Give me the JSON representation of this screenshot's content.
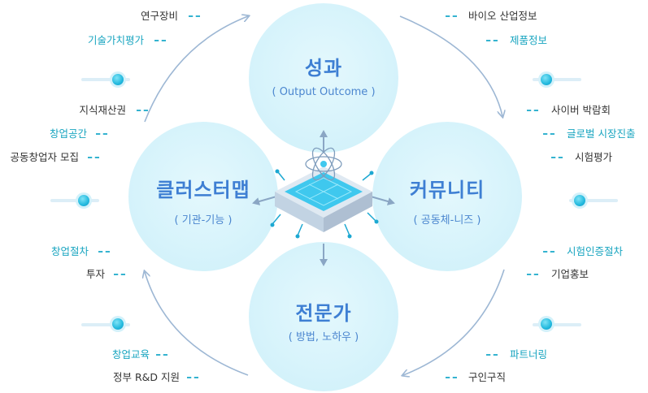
{
  "circles": {
    "top": {
      "title": "성과",
      "subtitle": "( Output Outcome )"
    },
    "left": {
      "title": "클러스터맵",
      "subtitle": "( 기관-기능 )"
    },
    "right": {
      "title": "커뮤니티",
      "subtitle": "( 공동체-니즈 )"
    },
    "bottom": {
      "title": "전문가",
      "subtitle": "( 방법, 노하우 )"
    }
  },
  "left_labels": [
    {
      "text": "연구장비",
      "tone": "dark"
    },
    {
      "text": "기술가치평가",
      "tone": "teal"
    },
    {
      "text": "지식재산권",
      "tone": "dark"
    },
    {
      "text": "창업공간",
      "tone": "teal"
    },
    {
      "text": "공동창업자 모집",
      "tone": "dark"
    },
    {
      "text": "창업절차",
      "tone": "teal"
    },
    {
      "text": "투자",
      "tone": "dark"
    },
    {
      "text": "창업교육",
      "tone": "teal"
    },
    {
      "text": "정부 R&D 지원",
      "tone": "dark"
    }
  ],
  "right_labels": [
    {
      "text": "바이오 산업정보",
      "tone": "dark"
    },
    {
      "text": "제품정보",
      "tone": "teal"
    },
    {
      "text": "사이버 박람회",
      "tone": "dark"
    },
    {
      "text": "글로벌 시장진출",
      "tone": "teal"
    },
    {
      "text": "시험평가",
      "tone": "dark"
    },
    {
      "text": "시험인증절차",
      "tone": "teal"
    },
    {
      "text": "기업홍보",
      "tone": "dark"
    },
    {
      "text": "파트너링",
      "tone": "teal"
    },
    {
      "text": "구인구직",
      "tone": "dark"
    }
  ],
  "colors": {
    "circle_fill": "#d6f3fb",
    "title": "#3e7fd3",
    "teal_label": "#19a5c0",
    "dark_label": "#333333",
    "arrow": "#9db7d4",
    "chip": "#3fc8ee"
  }
}
